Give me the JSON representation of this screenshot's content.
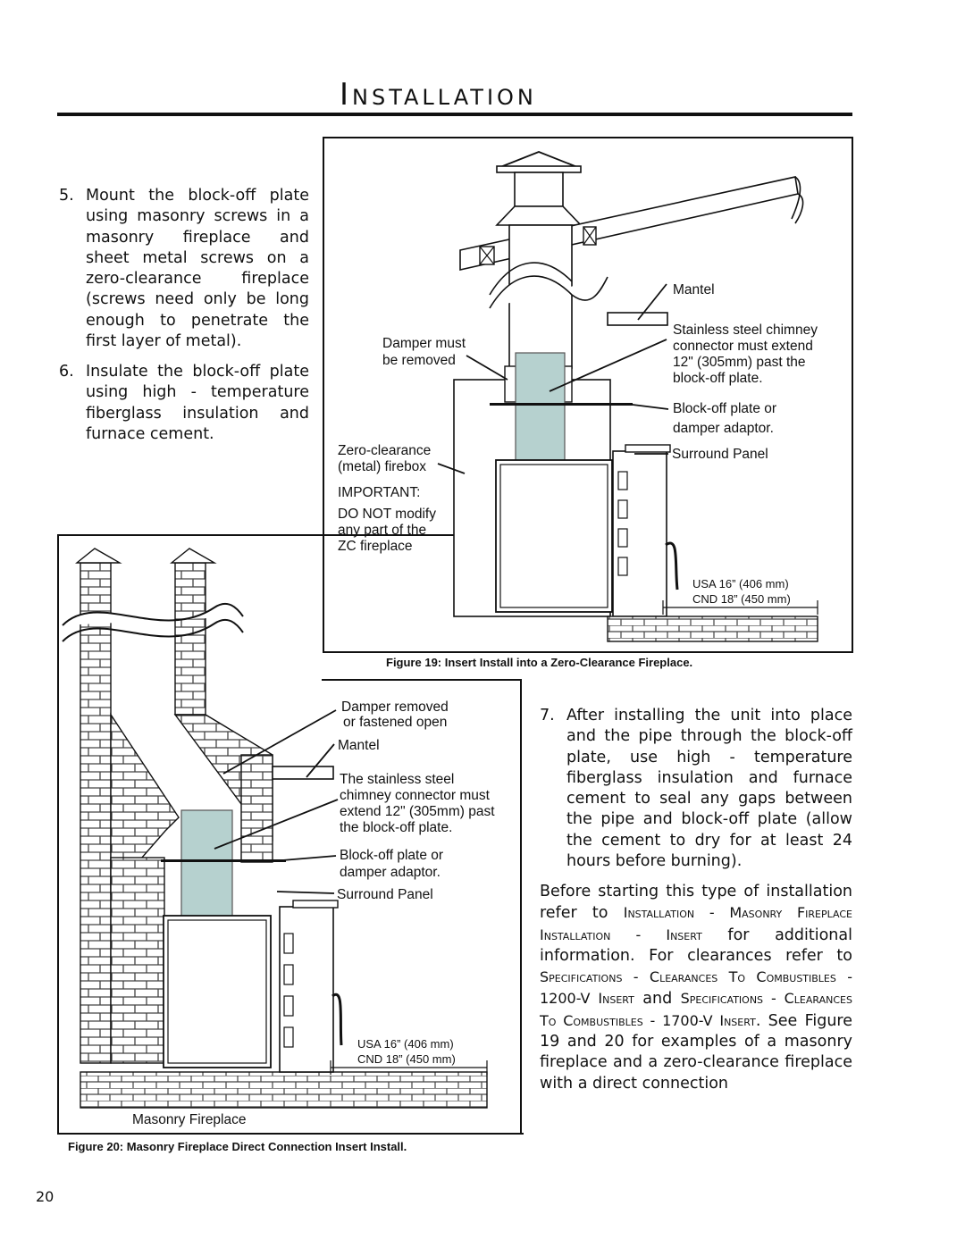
{
  "header": {
    "title": "Installation"
  },
  "steps_left": [
    {
      "num": "5.",
      "text": "Mount the block-off plate using masonry screws in a masonry fireplace and sheet metal screws on a zero-clearance fireplace (screws need only be long enough to penetrate the first layer of metal)."
    },
    {
      "num": "6.",
      "text": "Insulate the block-off plate using high - temperature fiberglass insulation and furnace cement."
    }
  ],
  "step_right": {
    "num": "7.",
    "text": "After installing the unit into place and the pipe through the block-off plate, use high - temperature fiberglass insulation and furnace cement to seal any gaps between the pipe and block-off plate (allow the cement to dry for at least 24 hours before burning)."
  },
  "paragraph": {
    "p1": "Before starting this type of installation refer to",
    "ref1": "Installation - Masonry Fireplace Installation - Insert",
    "p2": "for additional information. For clearances refer to",
    "ref2": "Specifications - Clearances To Combustibles - 1200-V Insert",
    "p3": "and",
    "ref3": "Specifications - Clearances To Combustibles - 1700-V Insert",
    "p4": ". See Figure 19 and 20 for examples of a masonry fireplace and a zero-clearance fireplace with a direct connection"
  },
  "figure19": {
    "caption": "Figure 19: Insert Install into a Zero-Clearance Fireplace.",
    "labels": {
      "mantel": "Mantel",
      "chimney_1": "Stainless steel chimney",
      "chimney_2": "connector must extend",
      "chimney_3": "12\" (305mm) past the",
      "chimney_4": "block-off plate.",
      "damper_1": "Damper must",
      "damper_2": "be removed",
      "blockoff_1": "Block-off plate or",
      "blockoff_2": "damper adaptor.",
      "zc_1": "Zero-clearance",
      "zc_2": "(metal) firebox",
      "surround": "Surround Panel",
      "imp_1": "IMPORTANT:",
      "imp_2": "DO NOT modify",
      "imp_3": "any part of the",
      "imp_4": "ZC fireplace",
      "usa": "USA 16” (406 mm)",
      "cnd": "CND 18” (450 mm)"
    }
  },
  "figure20": {
    "caption": "Figure 20: Masonry Fireplace Direct Connection Insert Install.",
    "labels": {
      "damper_1": "Damper removed",
      "damper_2": "or fastened open",
      "mantel": "Mantel",
      "chimney_1": "The stainless steel",
      "chimney_2": "chimney connector must",
      "chimney_3": "extend 12\" (305mm) past",
      "chimney_4": "the block-off plate.",
      "blockoff_1": "Block-off plate or",
      "blockoff_2": "damper adaptor.",
      "surround": "Surround Panel",
      "usa": "USA 16” (406 mm)",
      "cnd": "CND 18” (450 mm)",
      "masonry": "Masonry Fireplace"
    }
  },
  "page_number": "20"
}
